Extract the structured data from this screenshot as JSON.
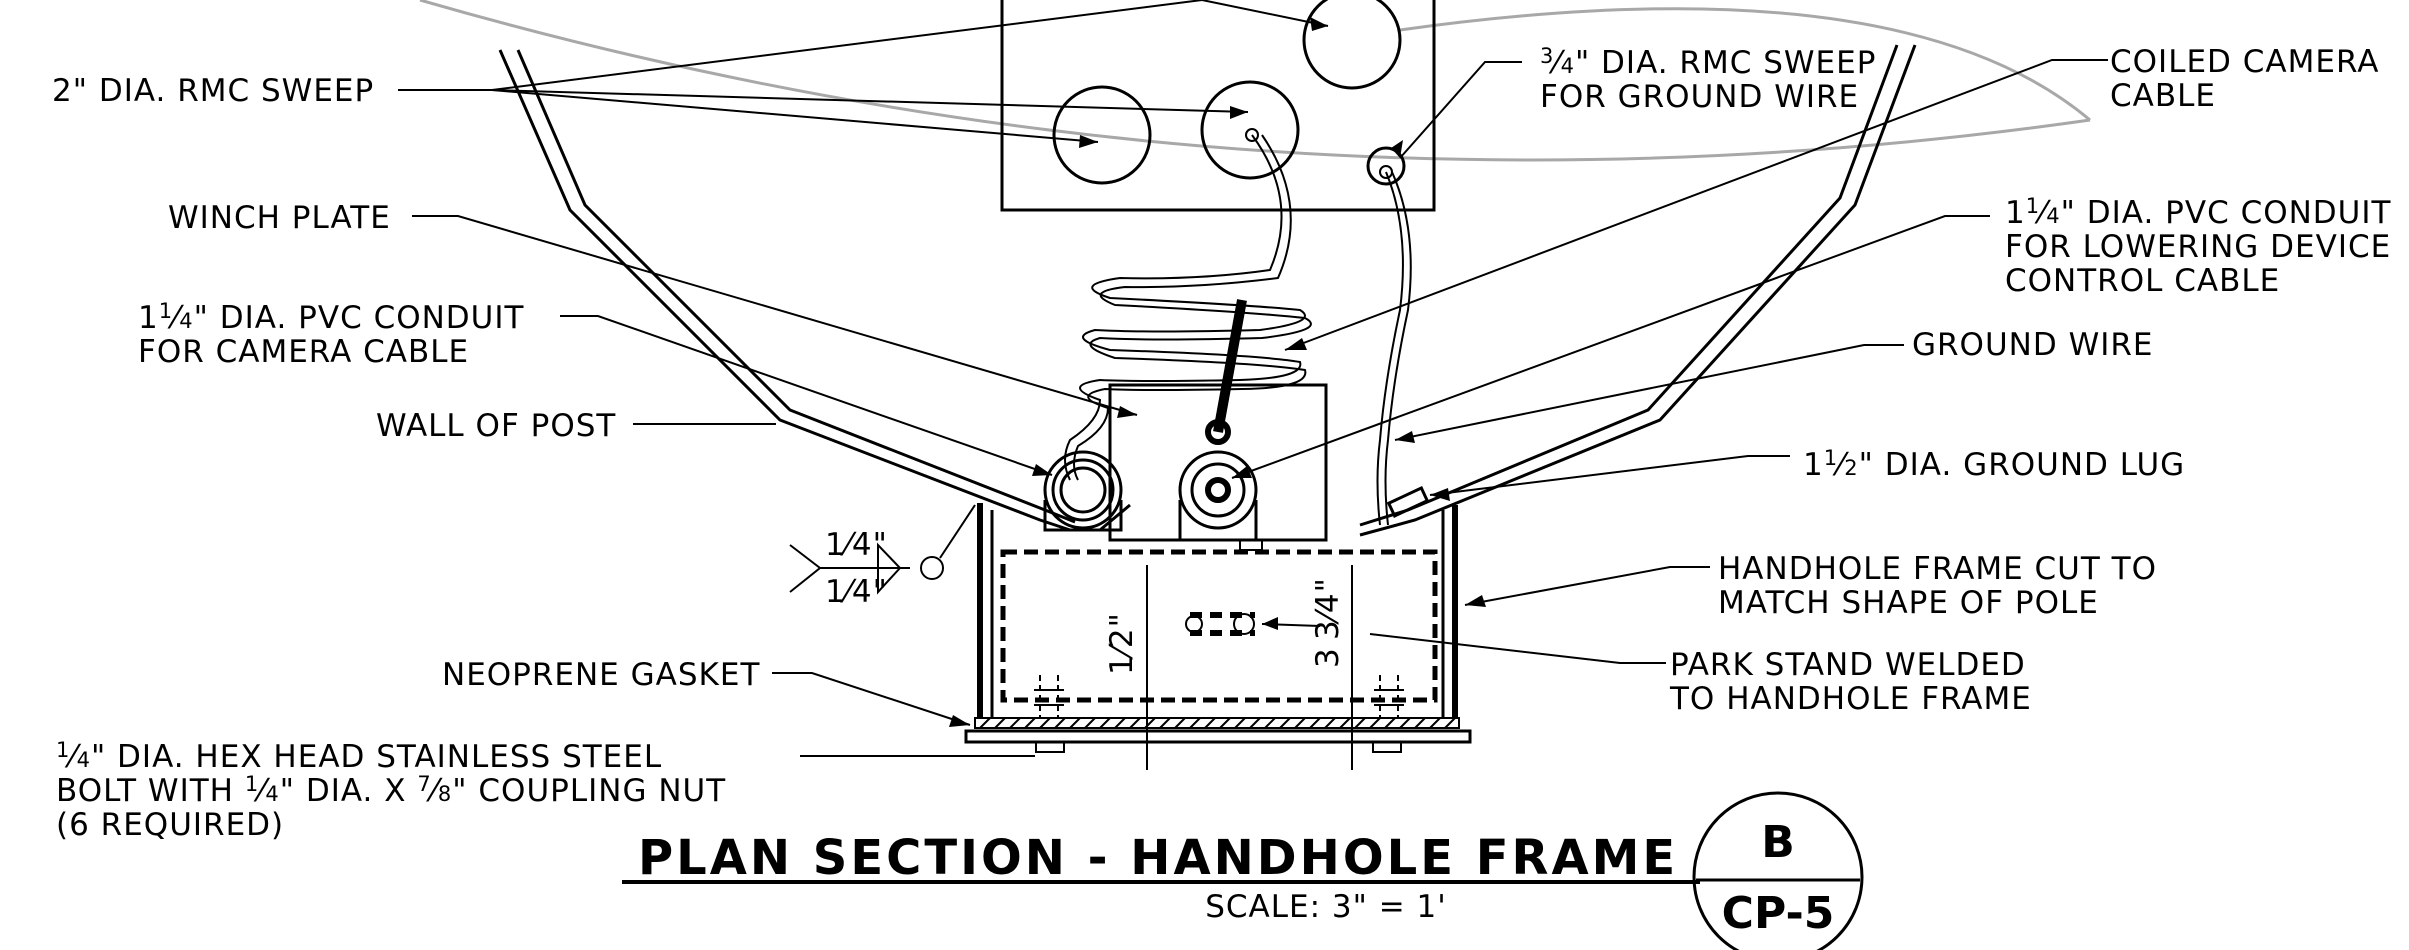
{
  "labels": {
    "rmc_sweep_2in": "2\" DIA. RMC SWEEP",
    "winch_plate": "WINCH PLATE",
    "pvc_camera_l1_pre": "1",
    "pvc_camera_l1_post": "\" DIA. PVC CONDUIT",
    "pvc_camera_l2": "FOR CAMERA CABLE",
    "wall_of_post": "WALL OF POST",
    "neoprene_gasket": "NEOPRENE GASKET",
    "bolt_l1_post": "\" DIA. HEX HEAD STAINLESS STEEL",
    "bolt_l2_pre": "BOLT WITH",
    "bolt_l2_mid": "\" DIA. X",
    "bolt_l2_post": "\" COUPLING NUT",
    "bolt_l3": "(6 REQUIRED)",
    "rmc_ground_l1_post": "\" DIA. RMC SWEEP",
    "rmc_ground_l2": "FOR GROUND WIRE",
    "coiled_camera_l1": "COILED CAMERA",
    "coiled_camera_l2": "CABLE",
    "pvc_lowering_l1_pre": "1",
    "pvc_lowering_l1_post": "\" DIA. PVC CONDUIT",
    "pvc_lowering_l2": "FOR LOWERING DEVICE",
    "pvc_lowering_l3": "CONTROL CABLE",
    "ground_wire": "GROUND WIRE",
    "ground_lug_pre": "1",
    "ground_lug_post": "\" DIA. GROUND LUG",
    "handhole_cut_l1": "HANDHOLE FRAME CUT TO",
    "handhole_cut_l2": "MATCH SHAPE OF POLE",
    "park_stand_l1": "PARK STAND WELDED",
    "park_stand_l2": "TO HANDHOLE FRAME"
  },
  "fractions": {
    "one": "1",
    "two": "2",
    "three": "3",
    "four": "4",
    "seven": "7",
    "eight": "8",
    "inch": "\""
  },
  "weld": {
    "top": "1⁄4\"",
    "bottom": "1⁄4\""
  },
  "dims": {
    "half": "1⁄2\"",
    "three_quarter_whole": "3",
    "three_quarter_frac": "3⁄4\""
  },
  "title": {
    "main": "PLAN SECTION - HANDHOLE FRAME",
    "scale": "SCALE: 3\" = 1'"
  },
  "reference": {
    "detail": "B",
    "sheet": "CP-5"
  }
}
